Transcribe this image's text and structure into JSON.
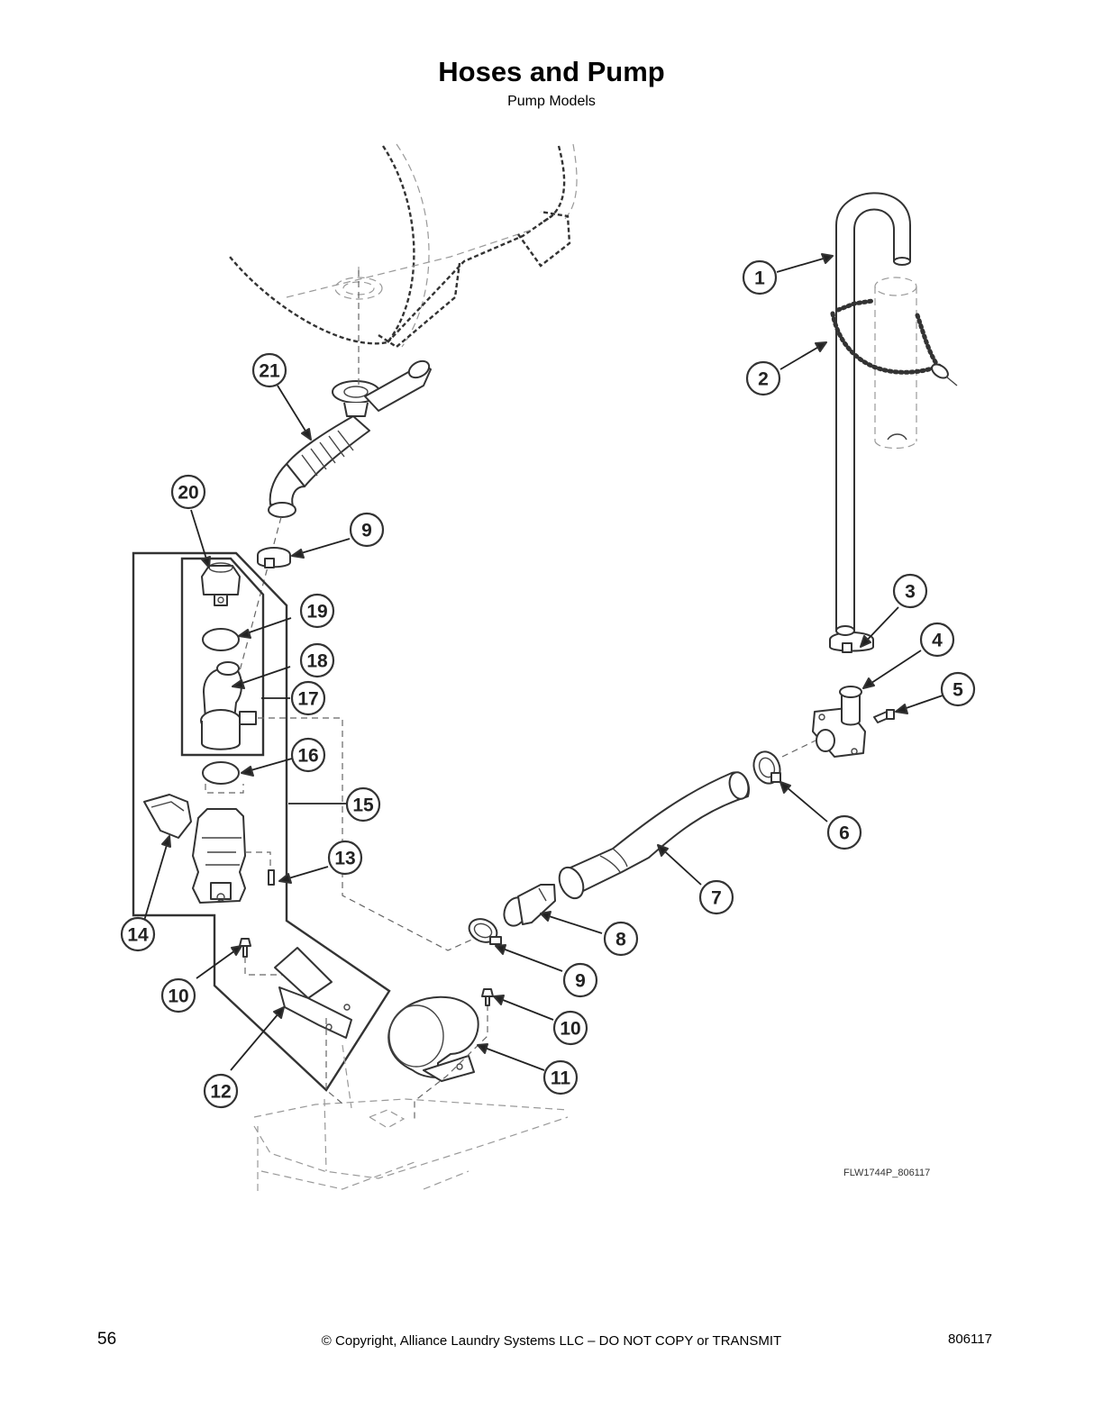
{
  "header": {
    "title": "Hoses and Pump",
    "subtitle": "Pump Models"
  },
  "figure_id": "FLW1744P_806117",
  "callouts": [
    "1",
    "2",
    "3",
    "4",
    "5",
    "6",
    "7",
    "8",
    "9",
    "9",
    "10",
    "10",
    "11",
    "12",
    "13",
    "14",
    "15",
    "16",
    "17",
    "18",
    "19",
    "20",
    "21"
  ],
  "footer": {
    "page_number": "56",
    "copyright": "© Copyright, Alliance Laundry Systems LLC – DO NOT COPY or TRANSMIT",
    "doc_number": "806117"
  }
}
